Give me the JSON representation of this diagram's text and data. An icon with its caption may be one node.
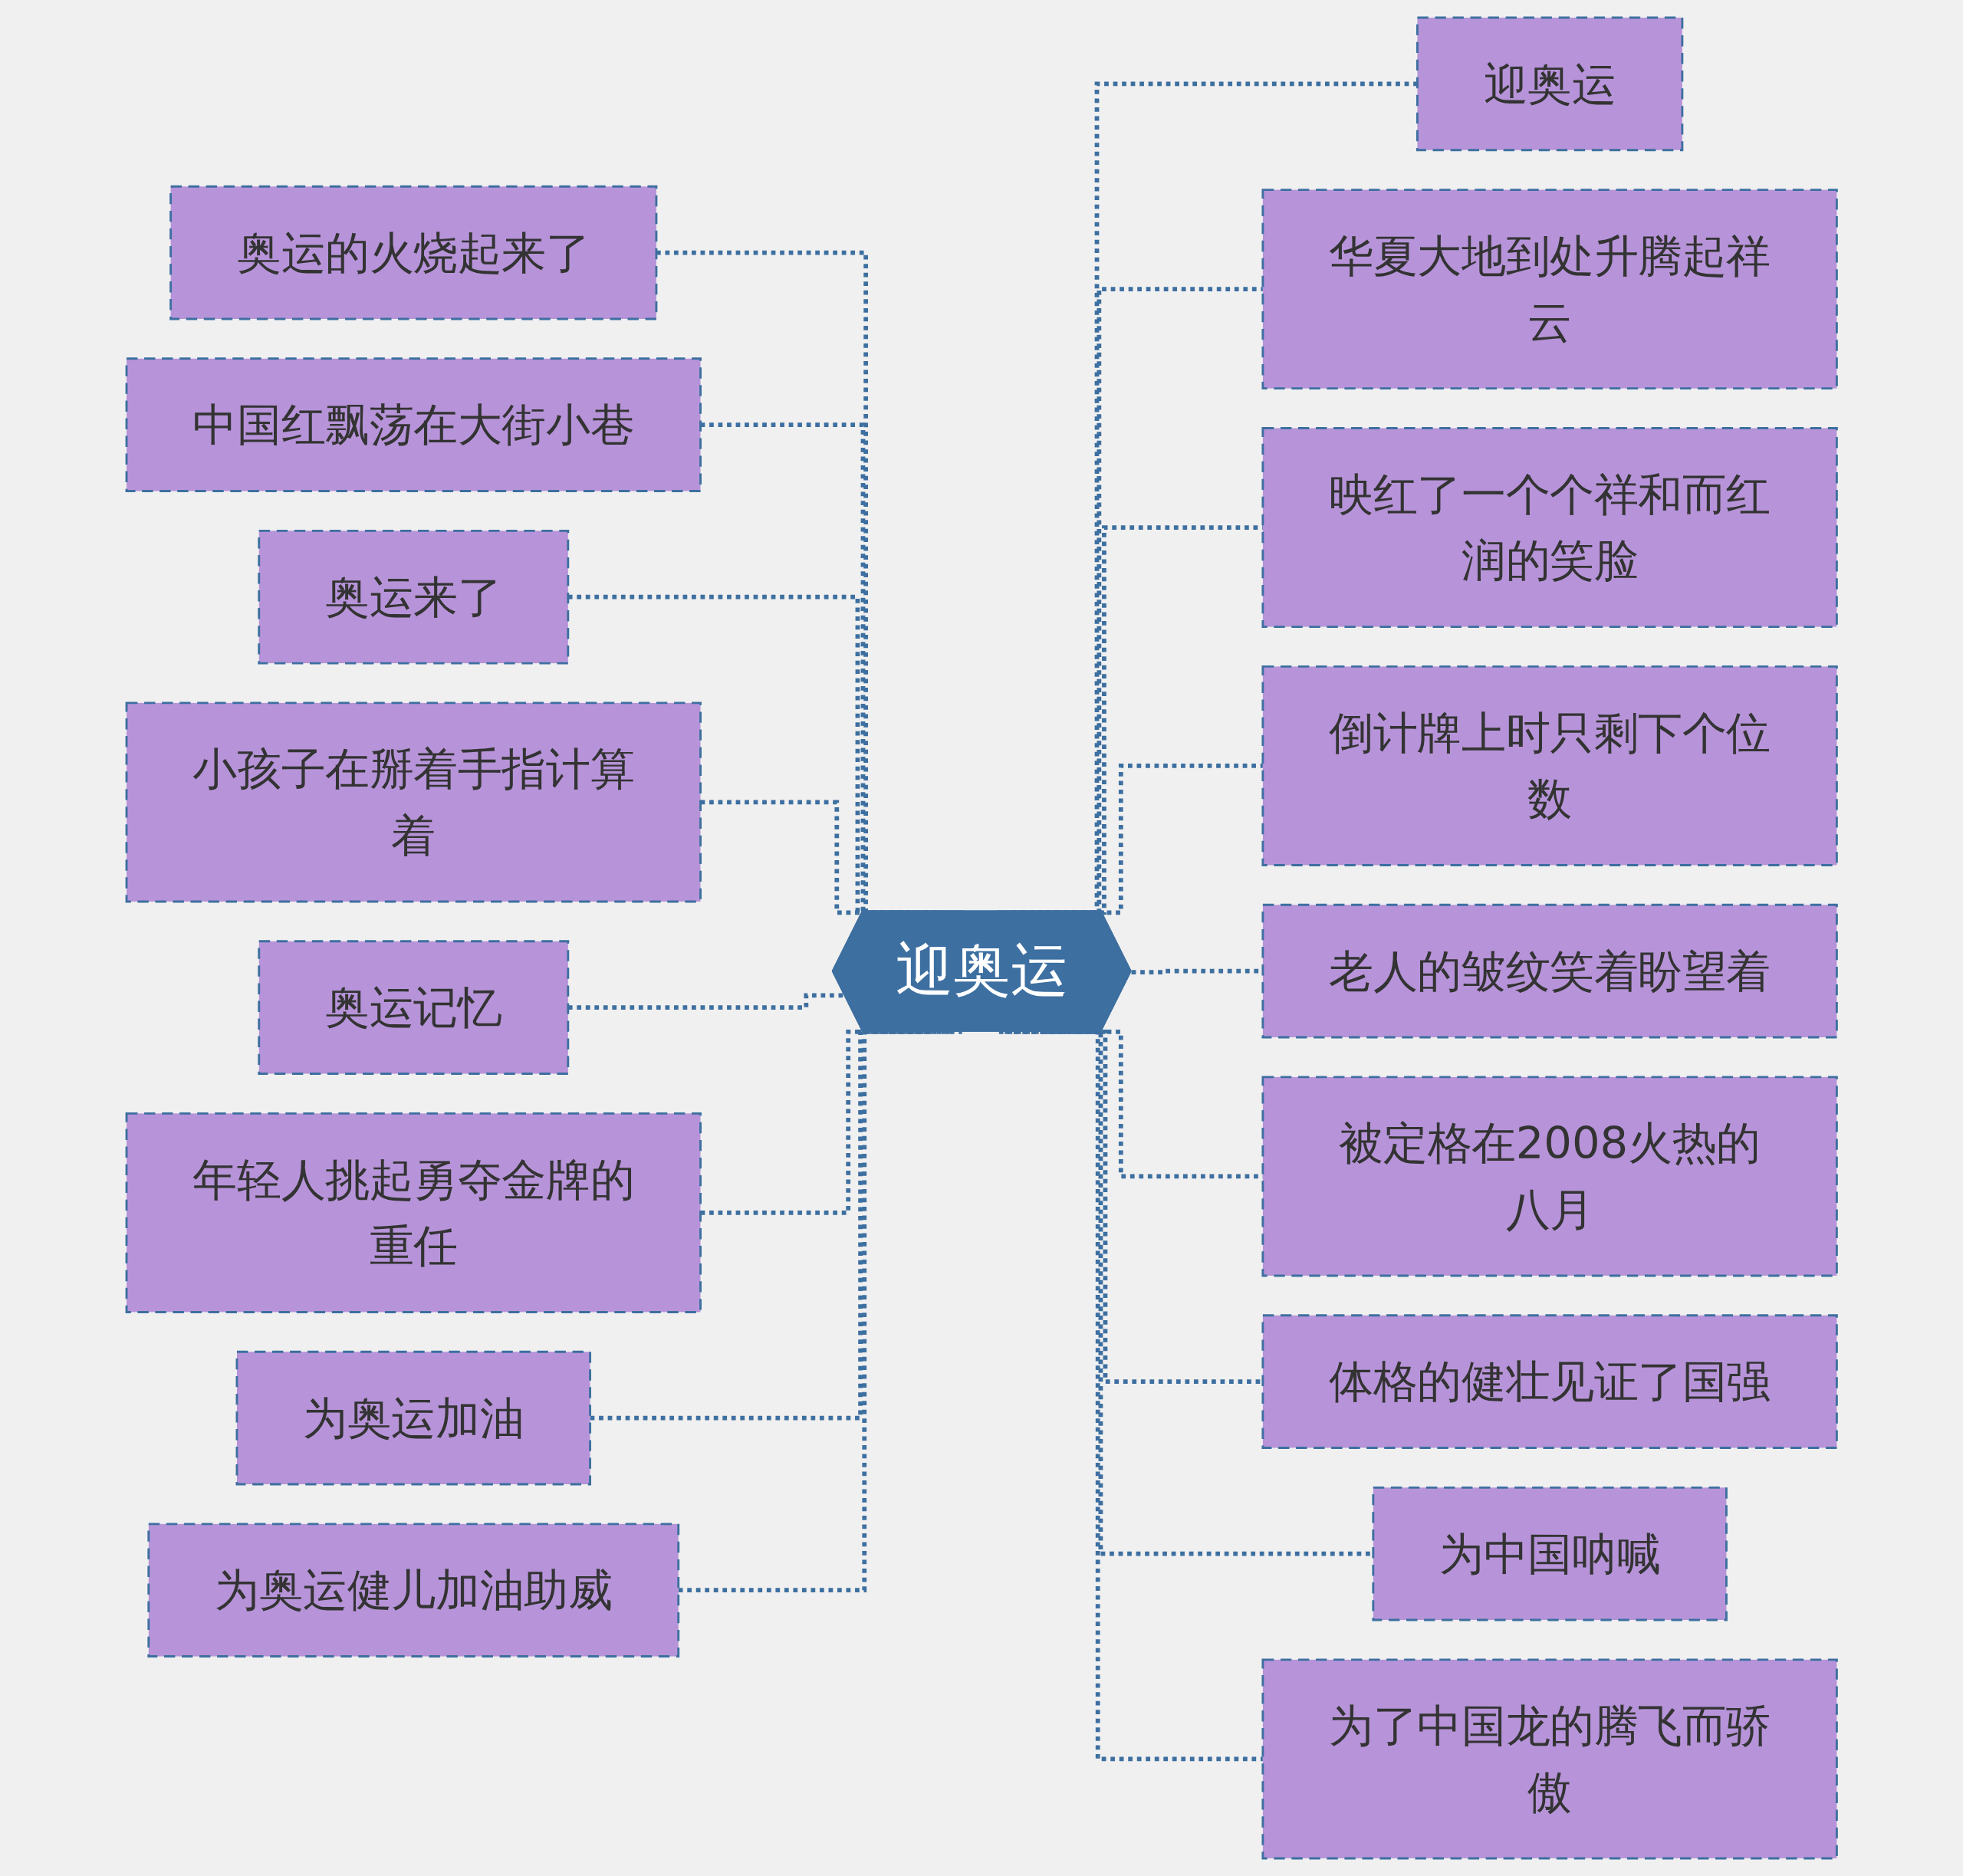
{
  "diagram": {
    "nodes": [
      {
        "text": [
          "迎奥运"
        ]
      },
      {
        "text": [
          "奥运的火烧起来了"
        ]
      },
      {
        "text": [
          "中国红飘荡在大街小巷"
        ]
      },
      {
        "text": [
          "奥运来了"
        ]
      },
      {
        "text": [
          "小孩子在掰着手指计算着"
        ]
      },
      {
        "text": [
          "奥运记忆"
        ]
      },
      {
        "text": [
          "年轻人挑起勇夺金牌的重任"
        ]
      },
      {
        "text": [
          "为奥运加油"
        ]
      },
      {
        "text": [
          "为奥运健儿加油助威"
        ]
      },
      {
        "text": [
          "迎奥运"
        ]
      },
      {
        "text": [
          "华夏大地到处升腾起祥云"
        ]
      },
      {
        "text": [
          "映红了一个个祥和而红润的笑脸"
        ]
      },
      {
        "text": [
          "倒计牌上时只剩下个位数"
        ]
      },
      {
        "text": [
          "老人的皱纹笑着盼望着"
        ]
      },
      {
        "text": [
          "被定格在2008火热的八月"
        ]
      },
      {
        "text": [
          "体格的健壮见证了国强"
        ]
      },
      {
        "text": [
          "为中国呐喊"
        ]
      },
      {
        "text": [
          "为了中国龙的腾飞而骄傲"
        ]
      }
    ],
    "edges": [
      {
        "from": 1,
        "to": 0,
        "arrow": "none",
        "style": "dashed"
      },
      {
        "from": 2,
        "to": 0,
        "arrow": "none",
        "style": "dashed"
      },
      {
        "from": 3,
        "to": 0,
        "arrow": "none",
        "style": "dashed"
      },
      {
        "from": 4,
        "to": 0,
        "arrow": "none",
        "style": "dashed"
      },
      {
        "from": 5,
        "to": 0,
        "arrow": "none",
        "style": "dashed"
      },
      {
        "from": 6,
        "to": 0,
        "arrow": "none",
        "style": "dashed"
      },
      {
        "from": 7,
        "to": 0,
        "arrow": "none",
        "style": "dashed"
      },
      {
        "from": 8,
        "to": 0,
        "arrow": "none",
        "style": "dashed"
      },
      {
        "from": 0,
        "to": 9,
        "arrow": "none",
        "style": "dashed"
      },
      {
        "from": 0,
        "to": 10,
        "arrow": "none",
        "style": "dashed"
      },
      {
        "from": 0,
        "to": 11,
        "arrow": "none",
        "style": "dashed"
      },
      {
        "from": 0,
        "to": 12,
        "arrow": "none",
        "style": "dashed"
      },
      {
        "from": 0,
        "to": 13,
        "arrow": "none",
        "style": "dashed"
      },
      {
        "from": 0,
        "to": 14,
        "arrow": "none",
        "style": "dashed"
      },
      {
        "from": 0,
        "to": 15,
        "arrow": "none",
        "style": "dashed"
      },
      {
        "from": 0,
        "to": 16,
        "arrow": "none",
        "style": "dashed"
      },
      {
        "from": 0,
        "to": 17,
        "arrow": "none",
        "style": "dashed"
      }
    ]
  }
}
